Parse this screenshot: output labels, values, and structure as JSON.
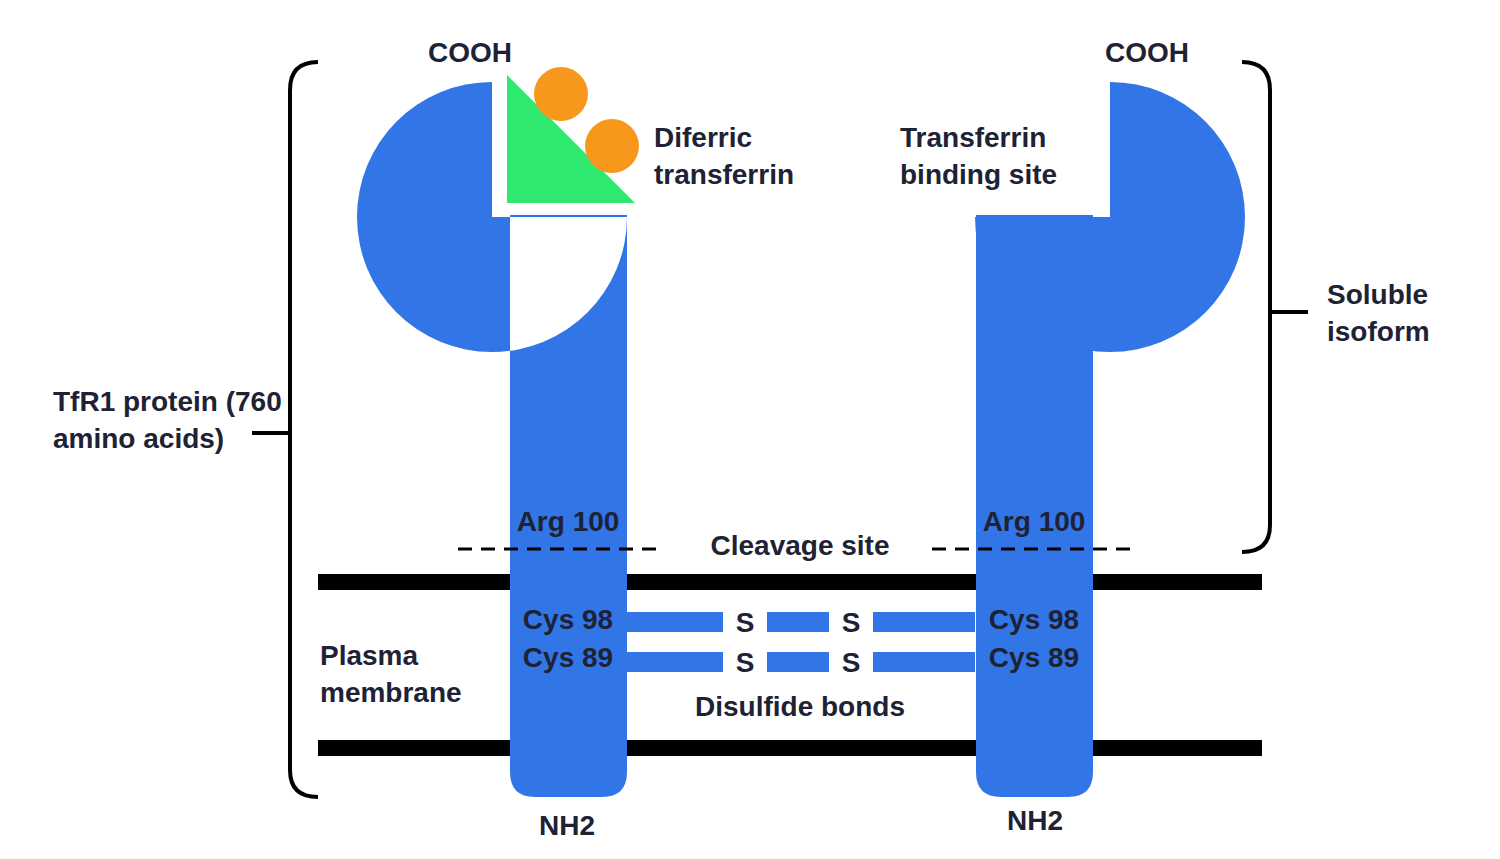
{
  "diagram": {
    "nodes": [
      {
        "text": [
          "COOH",
          "Arg 100",
          "Cys 98",
          "Cys 89",
          "NH2"
        ]
      },
      {
        "text": [
          "COOH",
          "Arg 100",
          "Cys 98",
          "Cys 89",
          "NH2"
        ]
      }
    ],
    "edges": [
      {
        "from": 0,
        "to": 1,
        "arrow": "none"
      },
      {
        "from": 0,
        "to": 1,
        "arrow": "none"
      }
    ],
    "labels": [
      "Diferric transferrin",
      "Transferrin binding site",
      "Soluble isoform",
      "TfR1 protein (760 amino acids)",
      "Cleavage site",
      "Plasma membrane",
      "S",
      "S",
      "S",
      "S",
      "Disulfide bonds"
    ]
  }
}
